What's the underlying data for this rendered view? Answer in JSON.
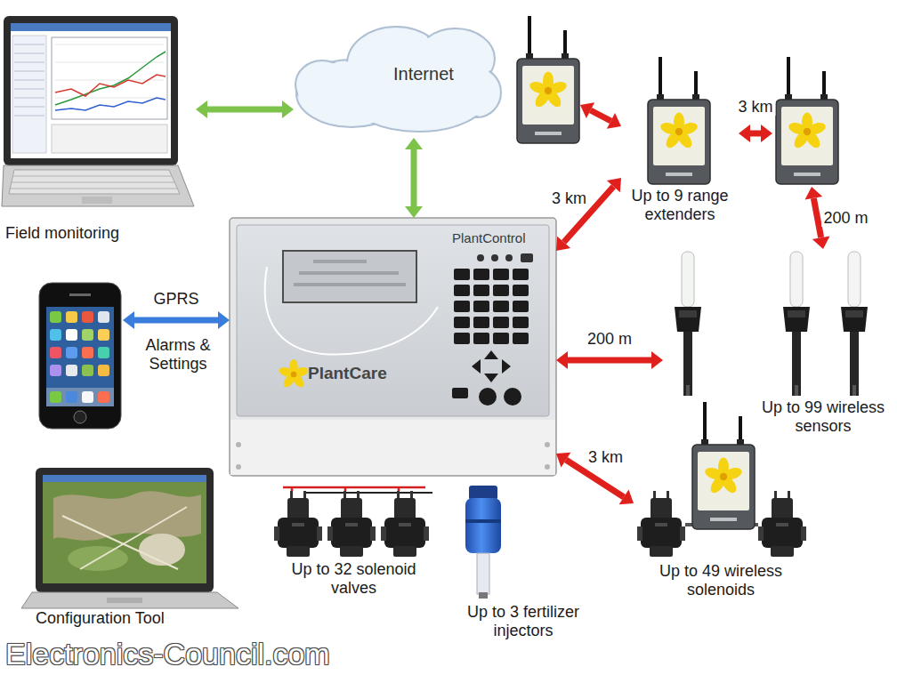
{
  "diagram": {
    "nodes": [
      {
        "text": [
          "Field monitoring"
        ]
      },
      {
        "text": [
          "Internet"
        ]
      },
      {
        "text": []
      },
      {
        "text": [
          "Up to 9 range extenders"
        ]
      },
      {
        "text": []
      },
      {
        "text": [
          "PlantControl",
          "PlantCare"
        ]
      },
      {
        "text": []
      },
      {
        "text": []
      },
      {
        "text": [
          "Up to 99 wireless sensors"
        ]
      },
      {
        "text": [
          "Up to 32 solenoid valves"
        ]
      },
      {
        "text": [
          "Up to 3 fertilizer injectors"
        ]
      },
      {
        "text": [
          "Up to 49 wireless solenoids"
        ]
      },
      {
        "text": [
          "Configuration Tool"
        ]
      }
    ],
    "edges": [
      {
        "from": 0,
        "to": 1,
        "arrow": "both"
      },
      {
        "from": 1,
        "to": 5,
        "arrow": "both"
      },
      {
        "from": 6,
        "to": 5,
        "label": "GPRS",
        "arrow": "both"
      },
      {
        "from": 2,
        "to": 3,
        "arrow": "both"
      },
      {
        "from": 3,
        "to": 4,
        "label": "3 km",
        "arrow": "both"
      },
      {
        "from": 5,
        "to": 3,
        "label": "3 km",
        "arrow": "both"
      },
      {
        "from": 4,
        "to": 8,
        "label": "200 m",
        "arrow": "both"
      },
      {
        "from": 5,
        "to": 7,
        "label": "200 m",
        "arrow": "both"
      },
      {
        "from": 5,
        "to": 11,
        "label": "3 km",
        "arrow": "both"
      }
    ],
    "labels": [
      "Alarms & Settings",
      "Electronics-Council.com"
    ]
  }
}
